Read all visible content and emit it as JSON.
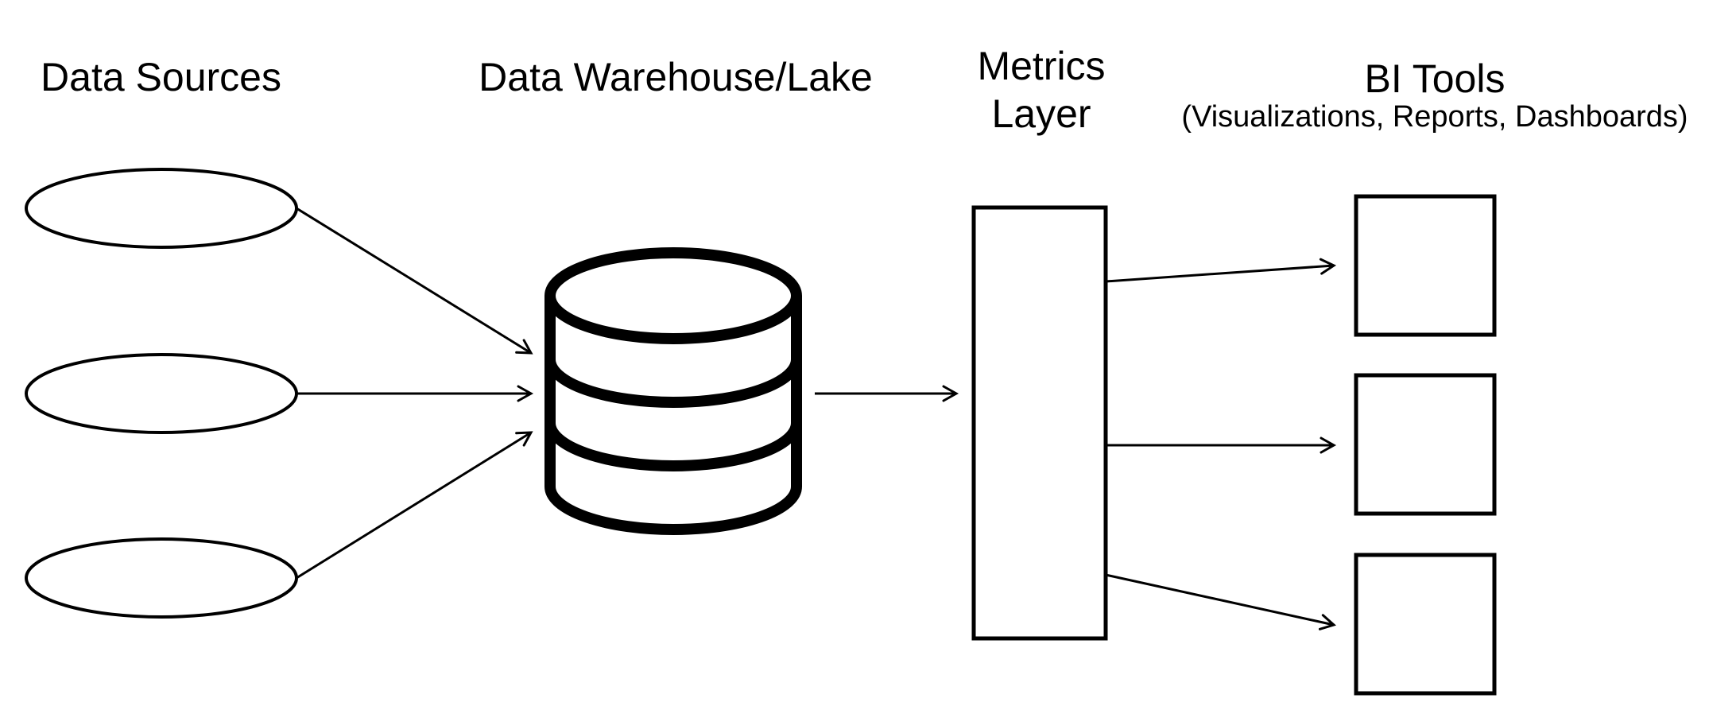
{
  "headings": {
    "data_sources": "Data Sources",
    "warehouse": "Data Warehouse/Lake",
    "metrics_line1": "Metrics",
    "metrics_line2": "Layer",
    "bi_title": "BI Tools",
    "bi_subtitle": "(Visualizations, Reports, Dashboards)"
  },
  "colors": {
    "stroke": "#000000",
    "background": "#ffffff"
  },
  "diagram": {
    "data_source_count": 3,
    "bi_tool_count": 3,
    "warehouse_icon": "database-cylinder-icon"
  }
}
